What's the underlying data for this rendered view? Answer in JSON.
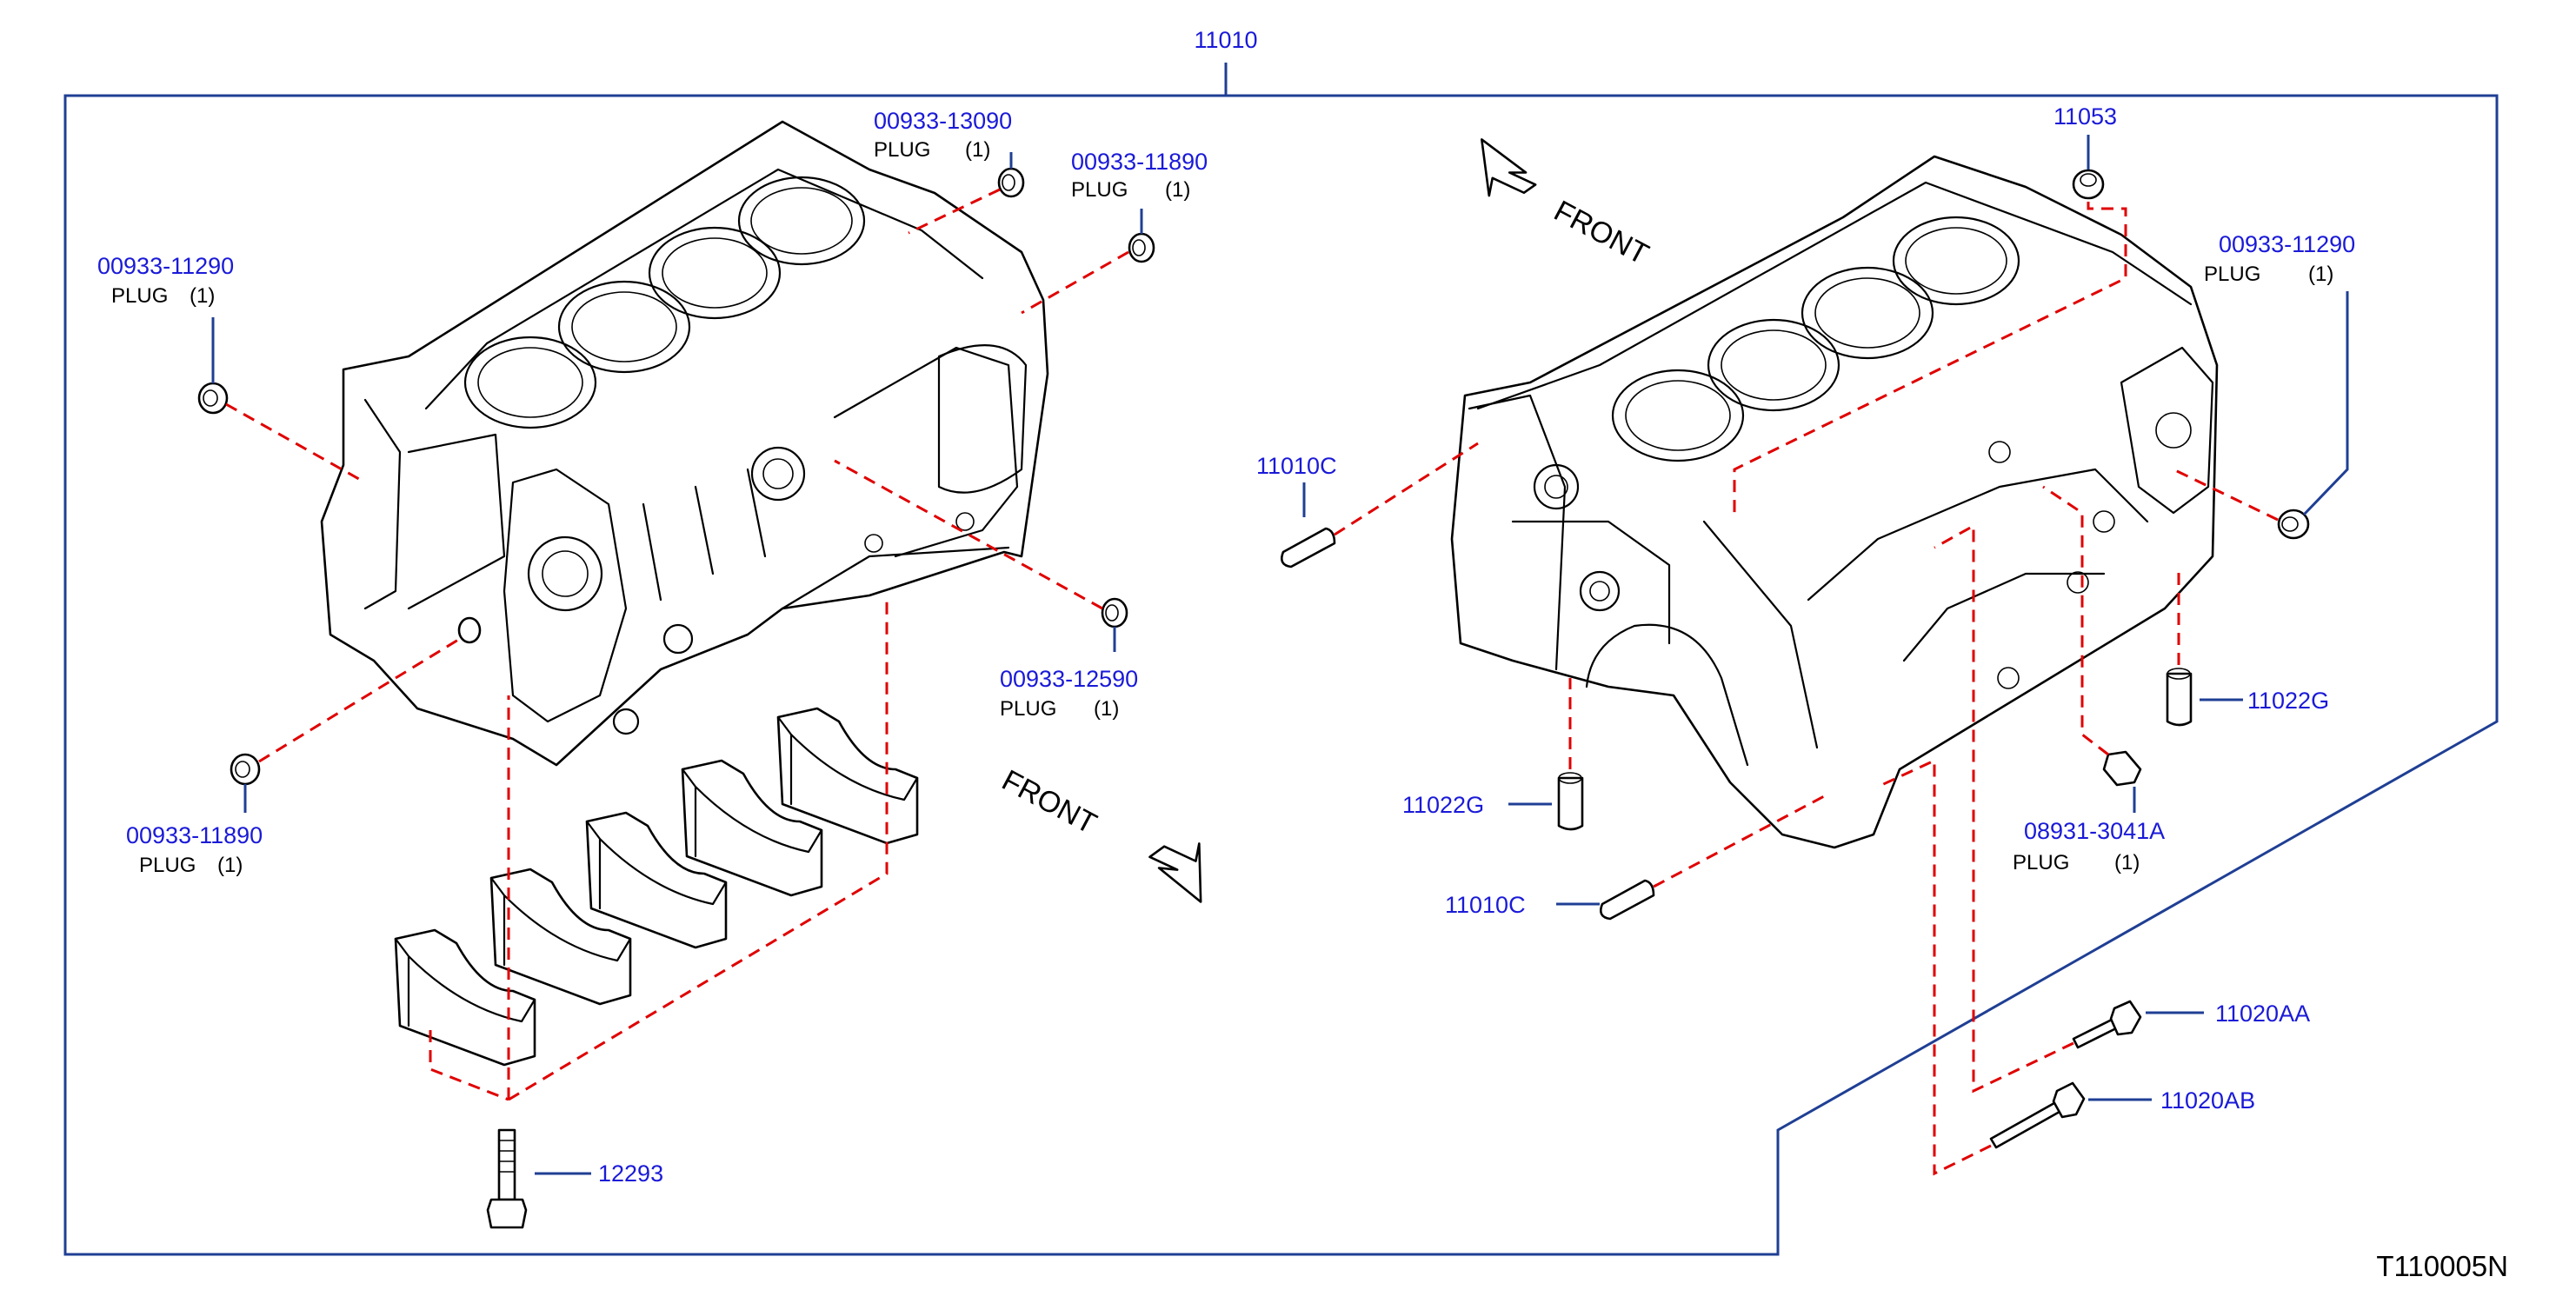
{
  "diagram_ref": "T110005N",
  "main_assembly": {
    "part_no": "11010"
  },
  "front_labels": {
    "left": "FRONT",
    "right": "FRONT"
  },
  "parts": {
    "p1": {
      "part_no": "00933-13090",
      "label": "PLUG",
      "qty": "(1)"
    },
    "p2": {
      "part_no": "00933-11890",
      "label": "PLUG",
      "qty": "(1)"
    },
    "p3": {
      "part_no": "00933-11290",
      "label": "PLUG",
      "qty": "(1)"
    },
    "p4": {
      "part_no": "00933-12590",
      "label": "PLUG",
      "qty": "(1)"
    },
    "p5": {
      "part_no": "00933-11890",
      "label": "PLUG",
      "qty": "(1)"
    },
    "p6": {
      "part_no": "12293"
    },
    "p7": {
      "part_no": "11053"
    },
    "p8": {
      "part_no": "00933-11290",
      "label": "PLUG",
      "qty": "(1)"
    },
    "p9": {
      "part_no": "11010C"
    },
    "p10": {
      "part_no": "11022G"
    },
    "p11": {
      "part_no": "11022G"
    },
    "p12": {
      "part_no": "08931-3041A",
      "label": "PLUG",
      "qty": "(1)"
    },
    "p13": {
      "part_no": "11010C"
    },
    "p14": {
      "part_no": "11020AA"
    },
    "p15": {
      "part_no": "11020AB"
    }
  }
}
